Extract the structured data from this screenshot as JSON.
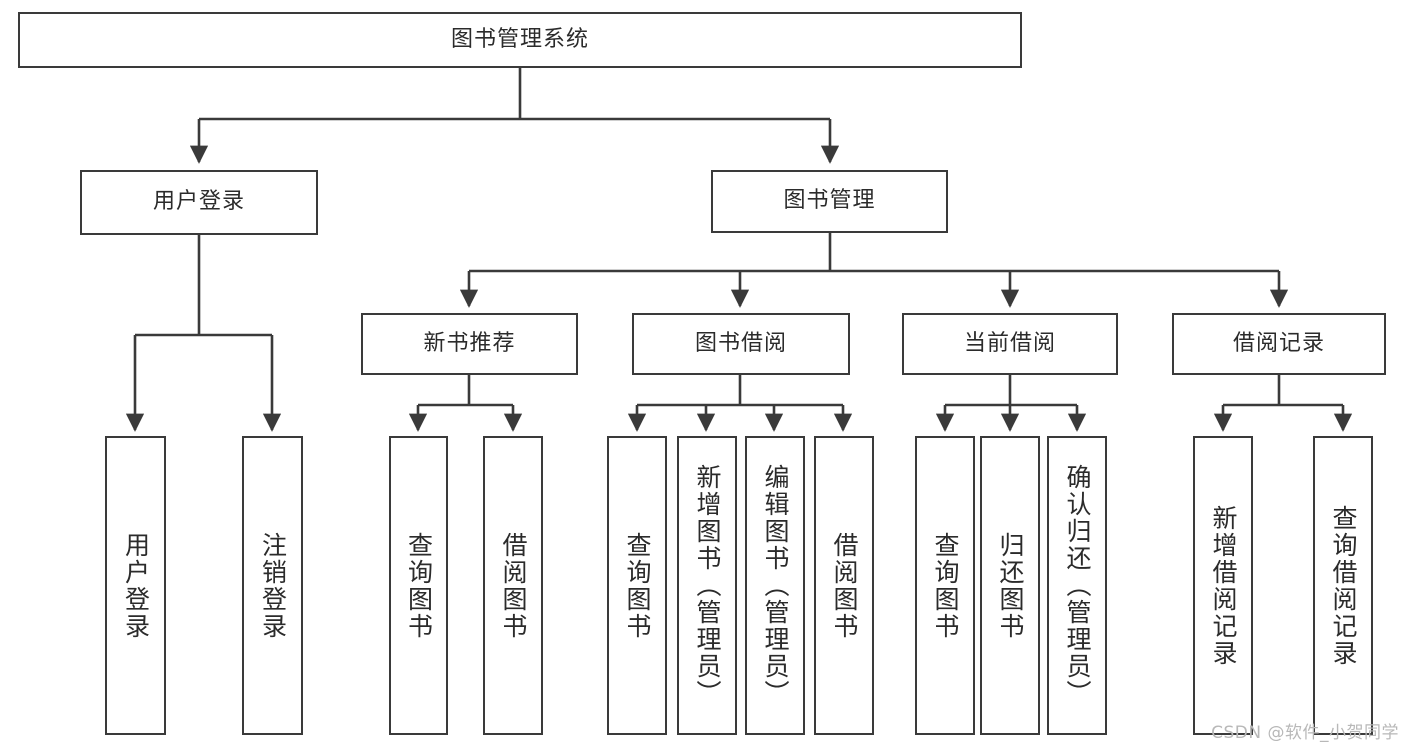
{
  "diagram": {
    "type": "tree-hierarchy",
    "title": "图书管理系统",
    "watermark": "CSDN @软件_小贺同学",
    "colors": {
      "stroke": "#3a3a3a",
      "box_fill": "#ffffff",
      "text": "#2b2b2b",
      "watermark": "#b8b8b8",
      "background": "#ffffff"
    },
    "levels": {
      "root": {
        "label": "图书管理系统"
      },
      "level2": [
        {
          "label": "用户登录"
        },
        {
          "label": "图书管理"
        }
      ],
      "level3": [
        {
          "label": "新书推荐"
        },
        {
          "label": "图书借阅"
        },
        {
          "label": "当前借阅"
        },
        {
          "label": "借阅记录"
        }
      ],
      "leaves": [
        {
          "label": "用户登录",
          "parent": "用户登录"
        },
        {
          "label": "注销登录",
          "parent": "用户登录"
        },
        {
          "label": "查询图书",
          "parent": "新书推荐"
        },
        {
          "label": "借阅图书",
          "parent": "新书推荐"
        },
        {
          "label": "查询图书",
          "parent": "图书借阅"
        },
        {
          "label": "新增图书（管理员）",
          "parent": "图书借阅"
        },
        {
          "label": "编辑图书（管理员）",
          "parent": "图书借阅"
        },
        {
          "label": "借阅图书",
          "parent": "图书借阅"
        },
        {
          "label": "查询图书",
          "parent": "当前借阅"
        },
        {
          "label": "归还图书",
          "parent": "当前借阅"
        },
        {
          "label": "确认归还（管理员）",
          "parent": "当前借阅"
        },
        {
          "label": "新增借阅记录",
          "parent": "借阅记录"
        },
        {
          "label": "查询借阅记录",
          "parent": "借阅记录"
        }
      ]
    }
  }
}
